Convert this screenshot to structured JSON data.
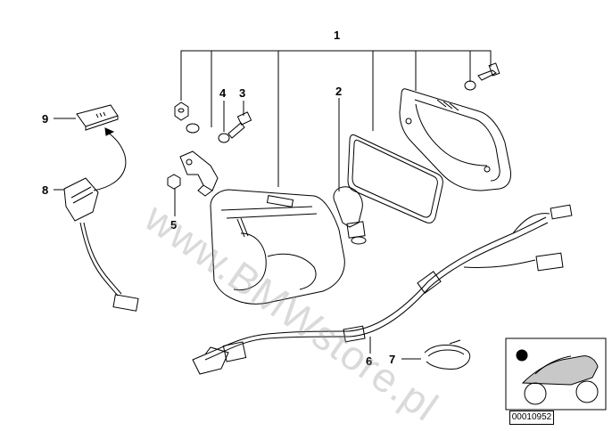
{
  "diagram": {
    "callouts": [
      {
        "id": "callout-1",
        "number": "1"
      },
      {
        "id": "callout-2",
        "number": "2"
      },
      {
        "id": "callout-3",
        "number": "3"
      },
      {
        "id": "callout-4",
        "number": "4"
      },
      {
        "id": "callout-5",
        "number": "5"
      },
      {
        "id": "callout-6",
        "number": "6"
      },
      {
        "id": "callout-7",
        "number": "7"
      },
      {
        "id": "callout-8",
        "number": "8"
      },
      {
        "id": "callout-9",
        "number": "9"
      }
    ],
    "watermark": "www.BMWstore.pl",
    "reference_code": "00010952",
    "colors": {
      "line": "#000000",
      "watermark": "#9a9a9a",
      "background": "#ffffff"
    }
  }
}
